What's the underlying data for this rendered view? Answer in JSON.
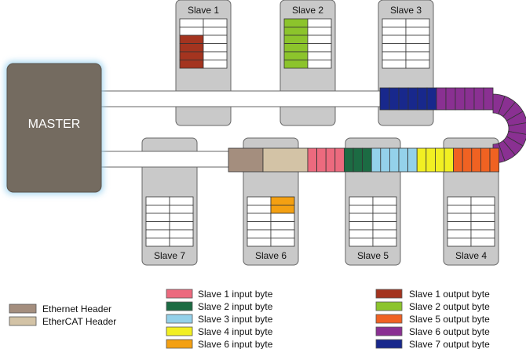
{
  "master": {
    "label": "MASTER"
  },
  "slaves": {
    "s1": "Slave  1",
    "s2": "Slave  2",
    "s3": "Slave  3",
    "s4": "Slave  4",
    "s5": "Slave  5",
    "s6": "Slave  6",
    "s7": "Slave  7"
  },
  "legend": {
    "headers": [
      {
        "label": "Ethernet Header",
        "color": "#a48e7e"
      },
      {
        "label": "EtherCAT Header",
        "color": "#d3c3a6"
      }
    ],
    "inputs": [
      {
        "label": "Slave  1  input byte",
        "color": "#ec6a7e"
      },
      {
        "label": "Slave  2  input byte",
        "color": "#1c6b43"
      },
      {
        "label": "Slave  3  input byte",
        "color": "#94d1ea"
      },
      {
        "label": "Slave  4  input byte",
        "color": "#f2ef22"
      },
      {
        "label": "Slave  6  input byte",
        "color": "#f4a012"
      }
    ],
    "outputs": [
      {
        "label": "Slave  1  output byte",
        "color": "#a4341f"
      },
      {
        "label": "Slave  2  output byte",
        "color": "#8cc42c"
      },
      {
        "label": "Slave  5  output byte",
        "color": "#f06222"
      },
      {
        "label": "Slave  6  output byte",
        "color": "#8a3092"
      },
      {
        "label": "Slave  7  output byte",
        "color": "#18288c"
      }
    ]
  }
}
